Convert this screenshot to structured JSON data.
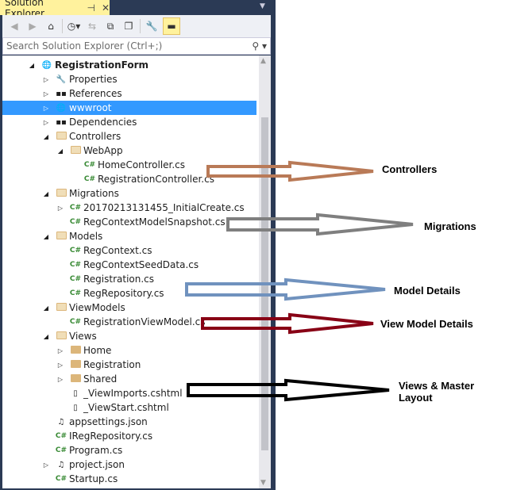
{
  "panel": {
    "title": "Solution Explorer",
    "search_placeholder": "Search Solution Explorer (Ctrl+;)"
  },
  "tree": [
    {
      "label": "RegistrationForm",
      "level": 0,
      "icon": "web-project-icon",
      "expander": "expanded",
      "bold": true
    },
    {
      "label": "Properties",
      "level": 1,
      "icon": "wrench-icon",
      "expander": "collapsed"
    },
    {
      "label": "References",
      "level": 1,
      "icon": "references-icon",
      "expander": "collapsed"
    },
    {
      "label": "wwwroot",
      "level": 1,
      "icon": "web-folder-icon",
      "expander": "collapsed",
      "selected": true
    },
    {
      "label": "Dependencies",
      "level": 1,
      "icon": "references-icon",
      "expander": "collapsed"
    },
    {
      "label": "Controllers",
      "level": 1,
      "icon": "folder-open-icon",
      "expander": "expanded"
    },
    {
      "label": "WebApp",
      "level": 2,
      "icon": "folder-open-icon",
      "expander": "expanded"
    },
    {
      "label": "HomeController.cs",
      "level": 3,
      "icon": "csharp-icon"
    },
    {
      "label": "RegistrationController.cs",
      "level": 3,
      "icon": "csharp-icon"
    },
    {
      "label": "Migrations",
      "level": 1,
      "icon": "folder-open-icon",
      "expander": "expanded"
    },
    {
      "label": "20170213131455_InitialCreate.cs",
      "level": 2,
      "icon": "csharp-icon",
      "expander": "collapsed"
    },
    {
      "label": "RegContextModelSnapshot.cs",
      "level": 2,
      "icon": "csharp-icon"
    },
    {
      "label": "Models",
      "level": 1,
      "icon": "folder-open-icon",
      "expander": "expanded"
    },
    {
      "label": "RegContext.cs",
      "level": 2,
      "icon": "csharp-icon"
    },
    {
      "label": "RegContextSeedData.cs",
      "level": 2,
      "icon": "csharp-icon"
    },
    {
      "label": "Registration.cs",
      "level": 2,
      "icon": "csharp-icon"
    },
    {
      "label": "RegRepository.cs",
      "level": 2,
      "icon": "csharp-icon"
    },
    {
      "label": "ViewModels",
      "level": 1,
      "icon": "folder-open-icon",
      "expander": "expanded"
    },
    {
      "label": "RegistrationViewModel.cs",
      "level": 2,
      "icon": "csharp-icon"
    },
    {
      "label": "Views",
      "level": 1,
      "icon": "folder-open-icon",
      "expander": "expanded"
    },
    {
      "label": "Home",
      "level": 2,
      "icon": "folder-icon",
      "expander": "collapsed"
    },
    {
      "label": "Registration",
      "level": 2,
      "icon": "folder-icon",
      "expander": "collapsed"
    },
    {
      "label": "Shared",
      "level": 2,
      "icon": "folder-icon",
      "expander": "collapsed"
    },
    {
      "label": "_ViewImports.cshtml",
      "level": 2,
      "icon": "razor-file-icon"
    },
    {
      "label": "_ViewStart.cshtml",
      "level": 2,
      "icon": "razor-file-icon"
    },
    {
      "label": "appsettings.json",
      "level": 1,
      "icon": "json-icon"
    },
    {
      "label": "IRegRepository.cs",
      "level": 1,
      "icon": "csharp-icon"
    },
    {
      "label": "Program.cs",
      "level": 1,
      "icon": "csharp-icon"
    },
    {
      "label": "project.json",
      "level": 1,
      "icon": "json-icon",
      "expander": "collapsed"
    },
    {
      "label": "Startup.cs",
      "level": 1,
      "icon": "csharp-icon"
    }
  ],
  "annotations": [
    {
      "label": "Controllers",
      "color": "#b97a57"
    },
    {
      "label": "Migrations",
      "color": "#7f7f7f"
    },
    {
      "label": "Model Details",
      "color": "#7092be"
    },
    {
      "label": "View Model Details",
      "color": "#880015"
    },
    {
      "label": "Views & Master Layout",
      "color": "#000000"
    }
  ]
}
